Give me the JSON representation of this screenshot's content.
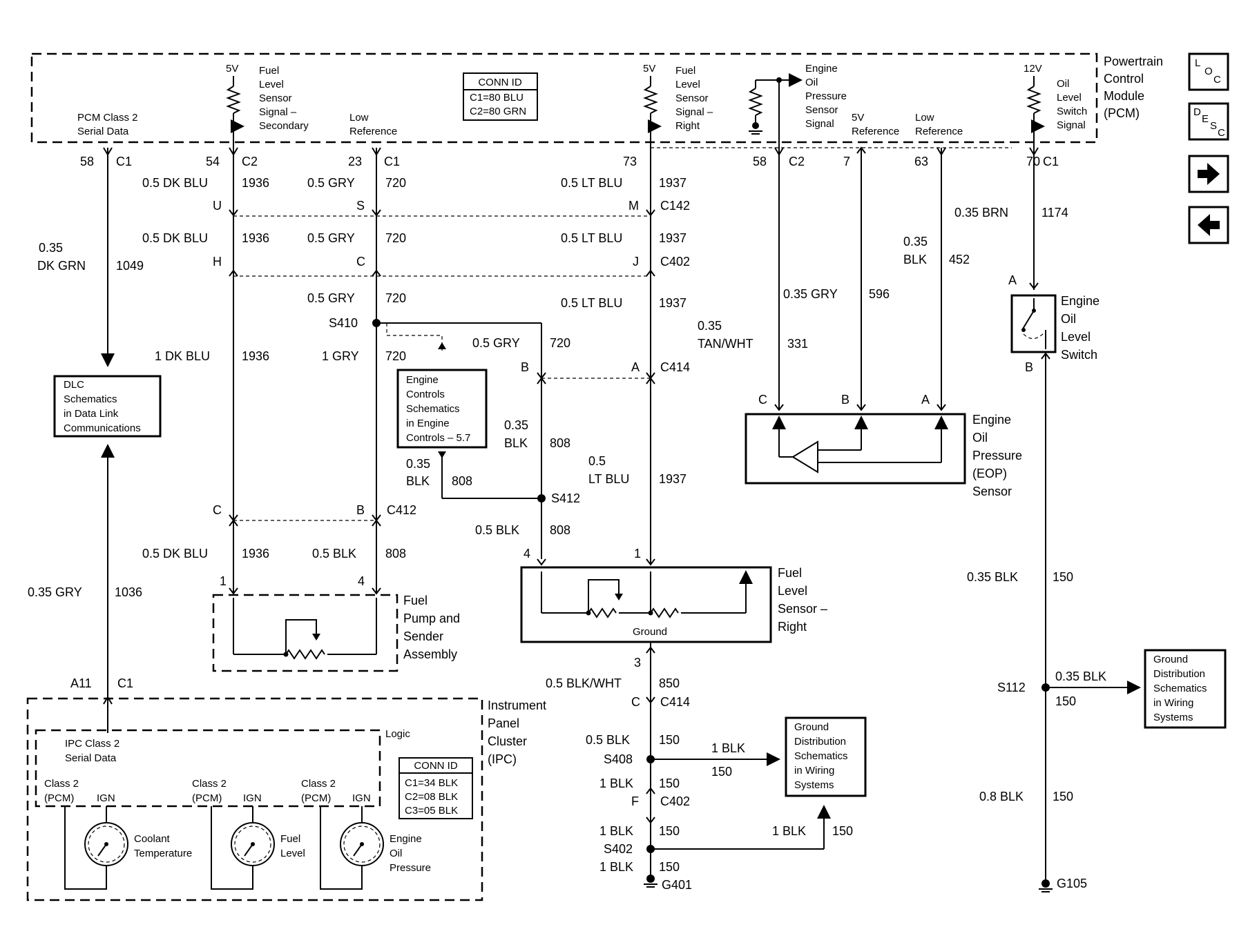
{
  "pcm": {
    "title_lines": [
      "Powertrain",
      "Control",
      "Module",
      "(PCM)"
    ],
    "serial": [
      "PCM Class 2",
      "Serial Data"
    ],
    "fuel_sec": [
      "Fuel",
      "Level",
      "Sensor",
      "Signal –",
      "Secondary"
    ],
    "v5": "5V",
    "low_ref": [
      "Low",
      "Reference"
    ],
    "fuel_right": [
      "Fuel",
      "Level",
      "Sensor",
      "Signal –",
      "Right"
    ],
    "eop_signal": [
      "Engine",
      "Oil",
      "Pressure",
      "Sensor",
      "Signal"
    ],
    "eop_5v": [
      "5V",
      "Reference"
    ],
    "eop_low": [
      "Low",
      "Reference"
    ],
    "v12": "12V",
    "oil_switch": [
      "Oil",
      "Level",
      "Switch",
      "Signal"
    ],
    "conn_title": "CONN ID",
    "conn_lines": [
      "C1=80 BLU",
      "C2=80 GRN"
    ]
  },
  "nav": {
    "loc": [
      "L",
      "O",
      "C"
    ],
    "desc": [
      "D",
      "E",
      "S",
      "C"
    ]
  },
  "pins": {
    "p58": "58",
    "c1": "C1",
    "p54": "54",
    "c2": "C2",
    "p23": "23",
    "p73": "73",
    "p58b": "58",
    "c2b": "C2",
    "p7": "7",
    "p63": "63",
    "p70": "70",
    "c1b": "C1"
  },
  "wires": {
    "w1049": [
      "0.35",
      "DK GRN",
      "1049"
    ],
    "dkblu1": [
      "0.5 DK BLU",
      "1936"
    ],
    "gry1": [
      "0.5 GRY",
      "720"
    ],
    "ltblu1": [
      "0.5 LT BLU",
      "1937"
    ],
    "c142": [
      "U",
      "S",
      "M",
      "C142"
    ],
    "dkblu2": [
      "0.5 DK BLU",
      "1936"
    ],
    "gry2": [
      "0.5 GRY",
      "720"
    ],
    "ltblu2": [
      "0.5 LT BLU",
      "1937"
    ],
    "c402": [
      "H",
      "C",
      "J",
      "C402"
    ],
    "gry3": [
      "0.5 GRY",
      "720"
    ],
    "ltblu3": [
      "0.5 LT BLU",
      "1937"
    ],
    "s410": "S410",
    "dkblu3": [
      "1 DK BLU",
      "1936"
    ],
    "gry4": [
      "1 GRY",
      "720"
    ],
    "gry5": [
      "0.5 GRY",
      "720"
    ],
    "c414": [
      "B",
      "A",
      "C414"
    ],
    "blk808a": [
      "0.35",
      "BLK",
      "808"
    ],
    "blk808b": [
      "0.35",
      "BLK",
      "808"
    ],
    "ltblu4": [
      "0.5",
      "LT BLU",
      "1937"
    ],
    "s412": "S412",
    "c412": [
      "C",
      "B",
      "C412"
    ],
    "blk808c": [
      "0.5 BLK",
      "808"
    ],
    "p4_1": [
      "4",
      "1"
    ],
    "dkblu4": [
      "0.5 DK BLU",
      "1936"
    ],
    "blk808d": [
      "0.5 BLK",
      "808"
    ],
    "p1_4": [
      "1",
      "4"
    ],
    "gry1036": [
      "0.35 GRY",
      "1036"
    ],
    "a11": [
      "A11",
      "C1"
    ],
    "brn": [
      "0.35 BRN",
      "1174"
    ],
    "blk452": [
      "0.35",
      "BLK",
      "452"
    ],
    "gry596": [
      "0.35 GRY",
      "596"
    ],
    "tan331": [
      "0.35",
      "TAN/WHT",
      "331"
    ],
    "eop_pins": [
      "C",
      "B",
      "A"
    ],
    "sw_a": "A",
    "sw_b": "B",
    "blk150a": [
      "0.35 BLK",
      "150"
    ],
    "s112": "S112",
    "blk150b": [
      "0.35 BLK",
      "150"
    ],
    "blk150c": [
      "0.8 BLK",
      "150"
    ],
    "g105": "G105",
    "p3": "3",
    "blkwht": [
      "0.5 BLK/WHT",
      "850"
    ],
    "c414b": [
      "C",
      "C414"
    ],
    "blk150d": [
      "0.5 BLK",
      "150"
    ],
    "s408": "S408",
    "blk150e": [
      "1 BLK",
      "150"
    ],
    "blk150f": [
      "1 BLK",
      "150"
    ],
    "c402b": [
      "F",
      "C402"
    ],
    "blk150g": [
      "1 BLK",
      "150"
    ],
    "s402": "S402",
    "blk150h": [
      "1 BLK",
      "150"
    ],
    "blk150i": [
      "1 BLK",
      "150"
    ],
    "g401": "G401"
  },
  "components": {
    "dlc": [
      "DLC",
      "Schematics",
      "in Data Link",
      "Communications"
    ],
    "engine_controls": [
      "Engine",
      "Controls",
      "Schematics",
      "in Engine",
      "Controls – 5.7"
    ],
    "fuel_pump": [
      "Fuel",
      "Pump and",
      "Sender",
      "Assembly"
    ],
    "fuel_right": [
      "Fuel",
      "Level",
      "Sensor –",
      "Right"
    ],
    "ground_label": "Ground",
    "eop_sensor": [
      "Engine",
      "Oil",
      "Pressure",
      "(EOP)",
      "Sensor"
    ],
    "oil_switch": [
      "Engine",
      "Oil",
      "Level",
      "Switch"
    ],
    "gnd_dist1": [
      "Ground",
      "Distribution",
      "Schematics",
      "in Wiring",
      "Systems"
    ],
    "gnd_dist2": [
      "Ground",
      "Distribution",
      "Schematics",
      "in Wiring",
      "Systems"
    ]
  },
  "ipc": {
    "title": [
      "Instrument",
      "Panel",
      "Cluster",
      "(IPC)"
    ],
    "logic": "Logic",
    "serial": [
      "IPC Class 2",
      "Serial Data"
    ],
    "class2a": [
      "Class 2",
      "(PCM)"
    ],
    "ign_a": "IGN",
    "class2b": [
      "Class 2",
      "(PCM)"
    ],
    "ign_b": "IGN",
    "class2c": [
      "Class 2",
      "(PCM)"
    ],
    "ign_c": "IGN",
    "coolant": [
      "Coolant",
      "Temperature"
    ],
    "fuel": [
      "Fuel",
      "Level"
    ],
    "eop": [
      "Engine",
      "Oil",
      "Pressure"
    ],
    "conn_title": "CONN ID",
    "conn_lines": [
      "C1=34 BLK",
      "C2=08 BLK",
      "C3=05 BLK"
    ]
  }
}
